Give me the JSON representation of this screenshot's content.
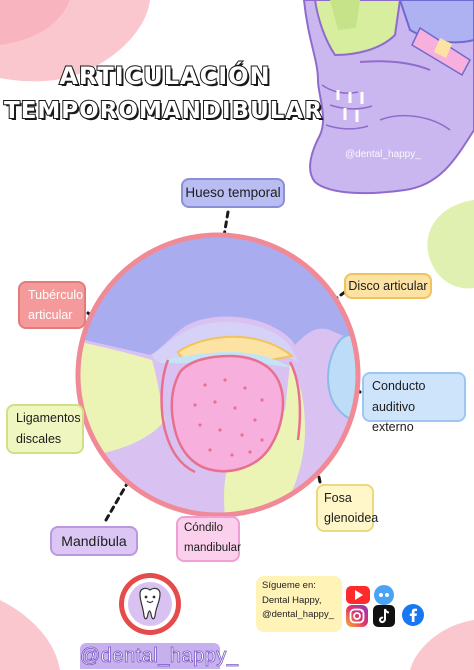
{
  "title": {
    "line1": "ARTICULACIÓN",
    "line2": "TEMPOROMANDIBULAR"
  },
  "labels": {
    "hueso_temporal": "Hueso temporal",
    "tuberculo_articular": [
      "Tubérculo",
      "articular"
    ],
    "disco_articular": "Disco articular",
    "conducto_auditivo": [
      "Conducto auditivo",
      "externo"
    ],
    "ligamentos_discales": [
      "Ligamentos",
      "discales"
    ],
    "mandibula": "Mandíbula",
    "condilo_mandibular": [
      "Cóndilo",
      "mandibular"
    ],
    "fosa_glenoidea": [
      "Fosa",
      "glenoidea"
    ]
  },
  "watermark": "@dental_happy_",
  "footer": {
    "handle": "@dental_happy_",
    "follow": [
      "Sígueme en:",
      "Dental Happy,",
      "@dental_happy_"
    ],
    "social_icons": [
      "youtube-icon",
      "ivoox-icon",
      "instagram-icon",
      "tiktok-icon",
      "facebook-icon"
    ]
  },
  "colors": {
    "bone_temporal": "#a9adf0",
    "disc": "#fde3a3",
    "condyle": "#f7b0de",
    "mandible": "#d9c2f2",
    "ligament_green": "#ecf4b5",
    "canal_blue": "#bcdcf7",
    "circle_border": "#f08a96"
  }
}
